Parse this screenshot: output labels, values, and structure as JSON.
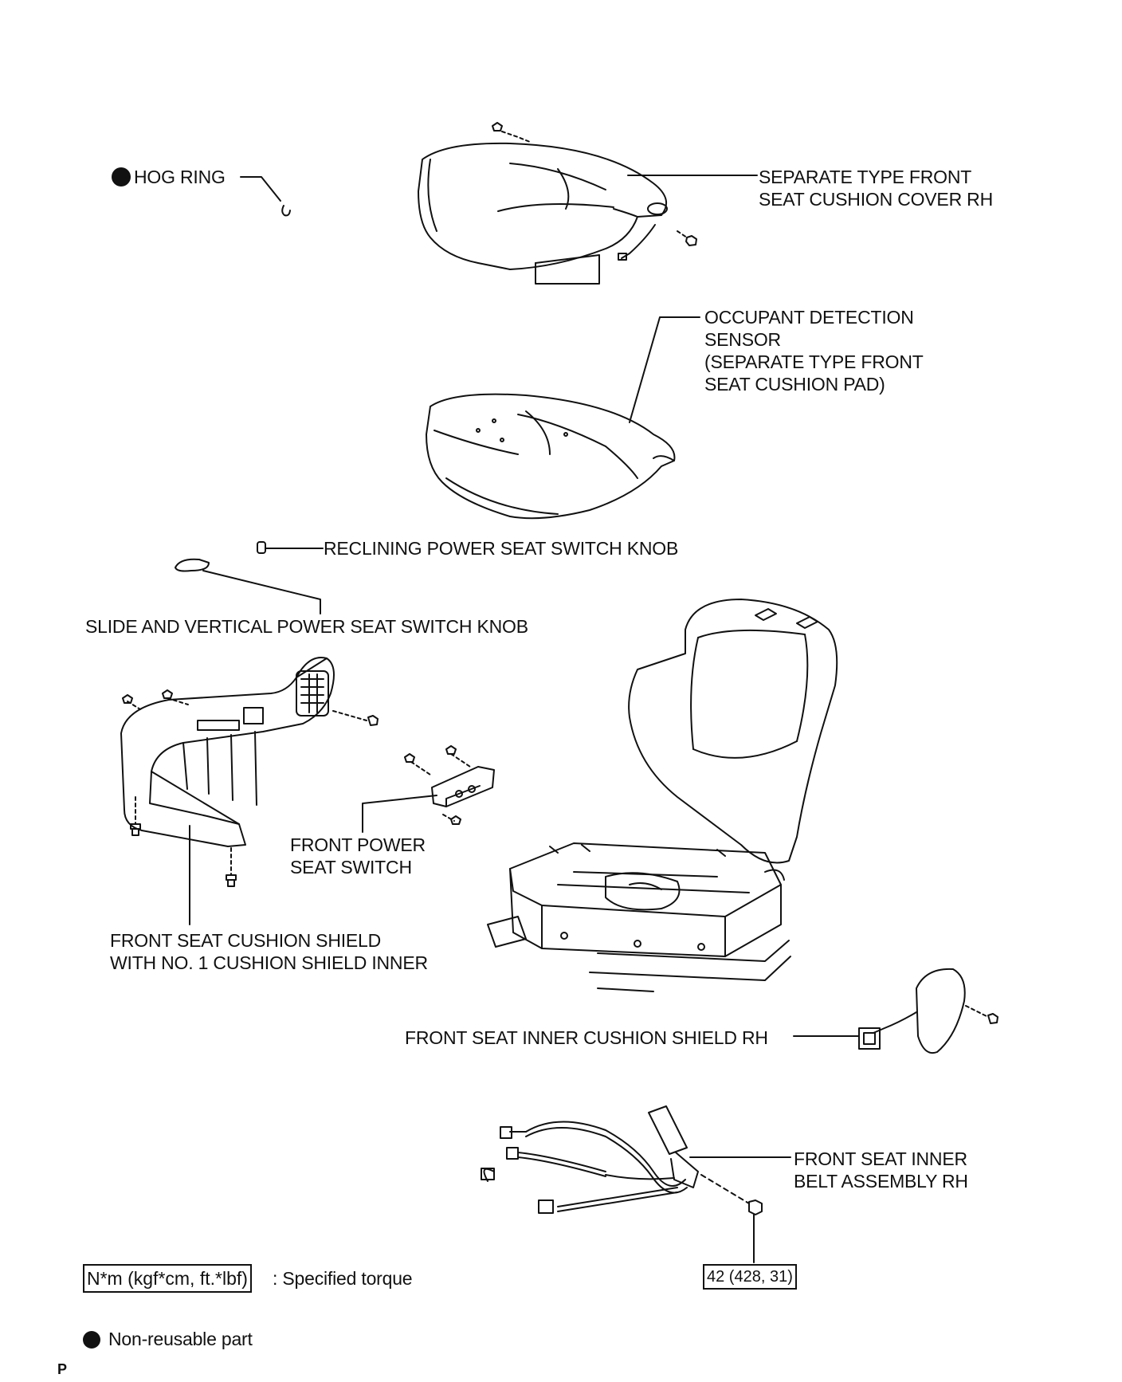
{
  "labels": {
    "hog_ring": "HOG RING",
    "seat_cushion_cover": "SEPARATE TYPE FRONT\nSEAT CUSHION COVER RH",
    "occupant_sensor": "OCCUPANT DETECTION\nSENSOR\n(SEPARATE TYPE FRONT\nSEAT CUSHION PAD)",
    "reclining_knob": "RECLINING POWER SEAT SWITCH KNOB",
    "slide_knob": "SLIDE AND VERTICAL POWER SEAT SWITCH KNOB",
    "front_power_switch": "FRONT POWER\nSEAT SWITCH",
    "cushion_shield": "FRONT SEAT CUSHION SHIELD\nWITH NO. 1 CUSHION SHIELD INNER",
    "inner_cushion_shield": "FRONT SEAT INNER CUSHION SHIELD RH",
    "inner_belt": "FRONT SEAT INNER\nBELT ASSEMBLY RH"
  },
  "torque": {
    "belt_bolt": "42 (428, 31)"
  },
  "legend": {
    "torque_box": "N*m (kgf*cm, ft.*lbf)",
    "torque_text": ": Specified torque",
    "nonreusable_text": "Non-reusable part"
  },
  "footer": {
    "page_mark": "P"
  },
  "colors": {
    "ink": "#111111",
    "background": "#ffffff"
  }
}
